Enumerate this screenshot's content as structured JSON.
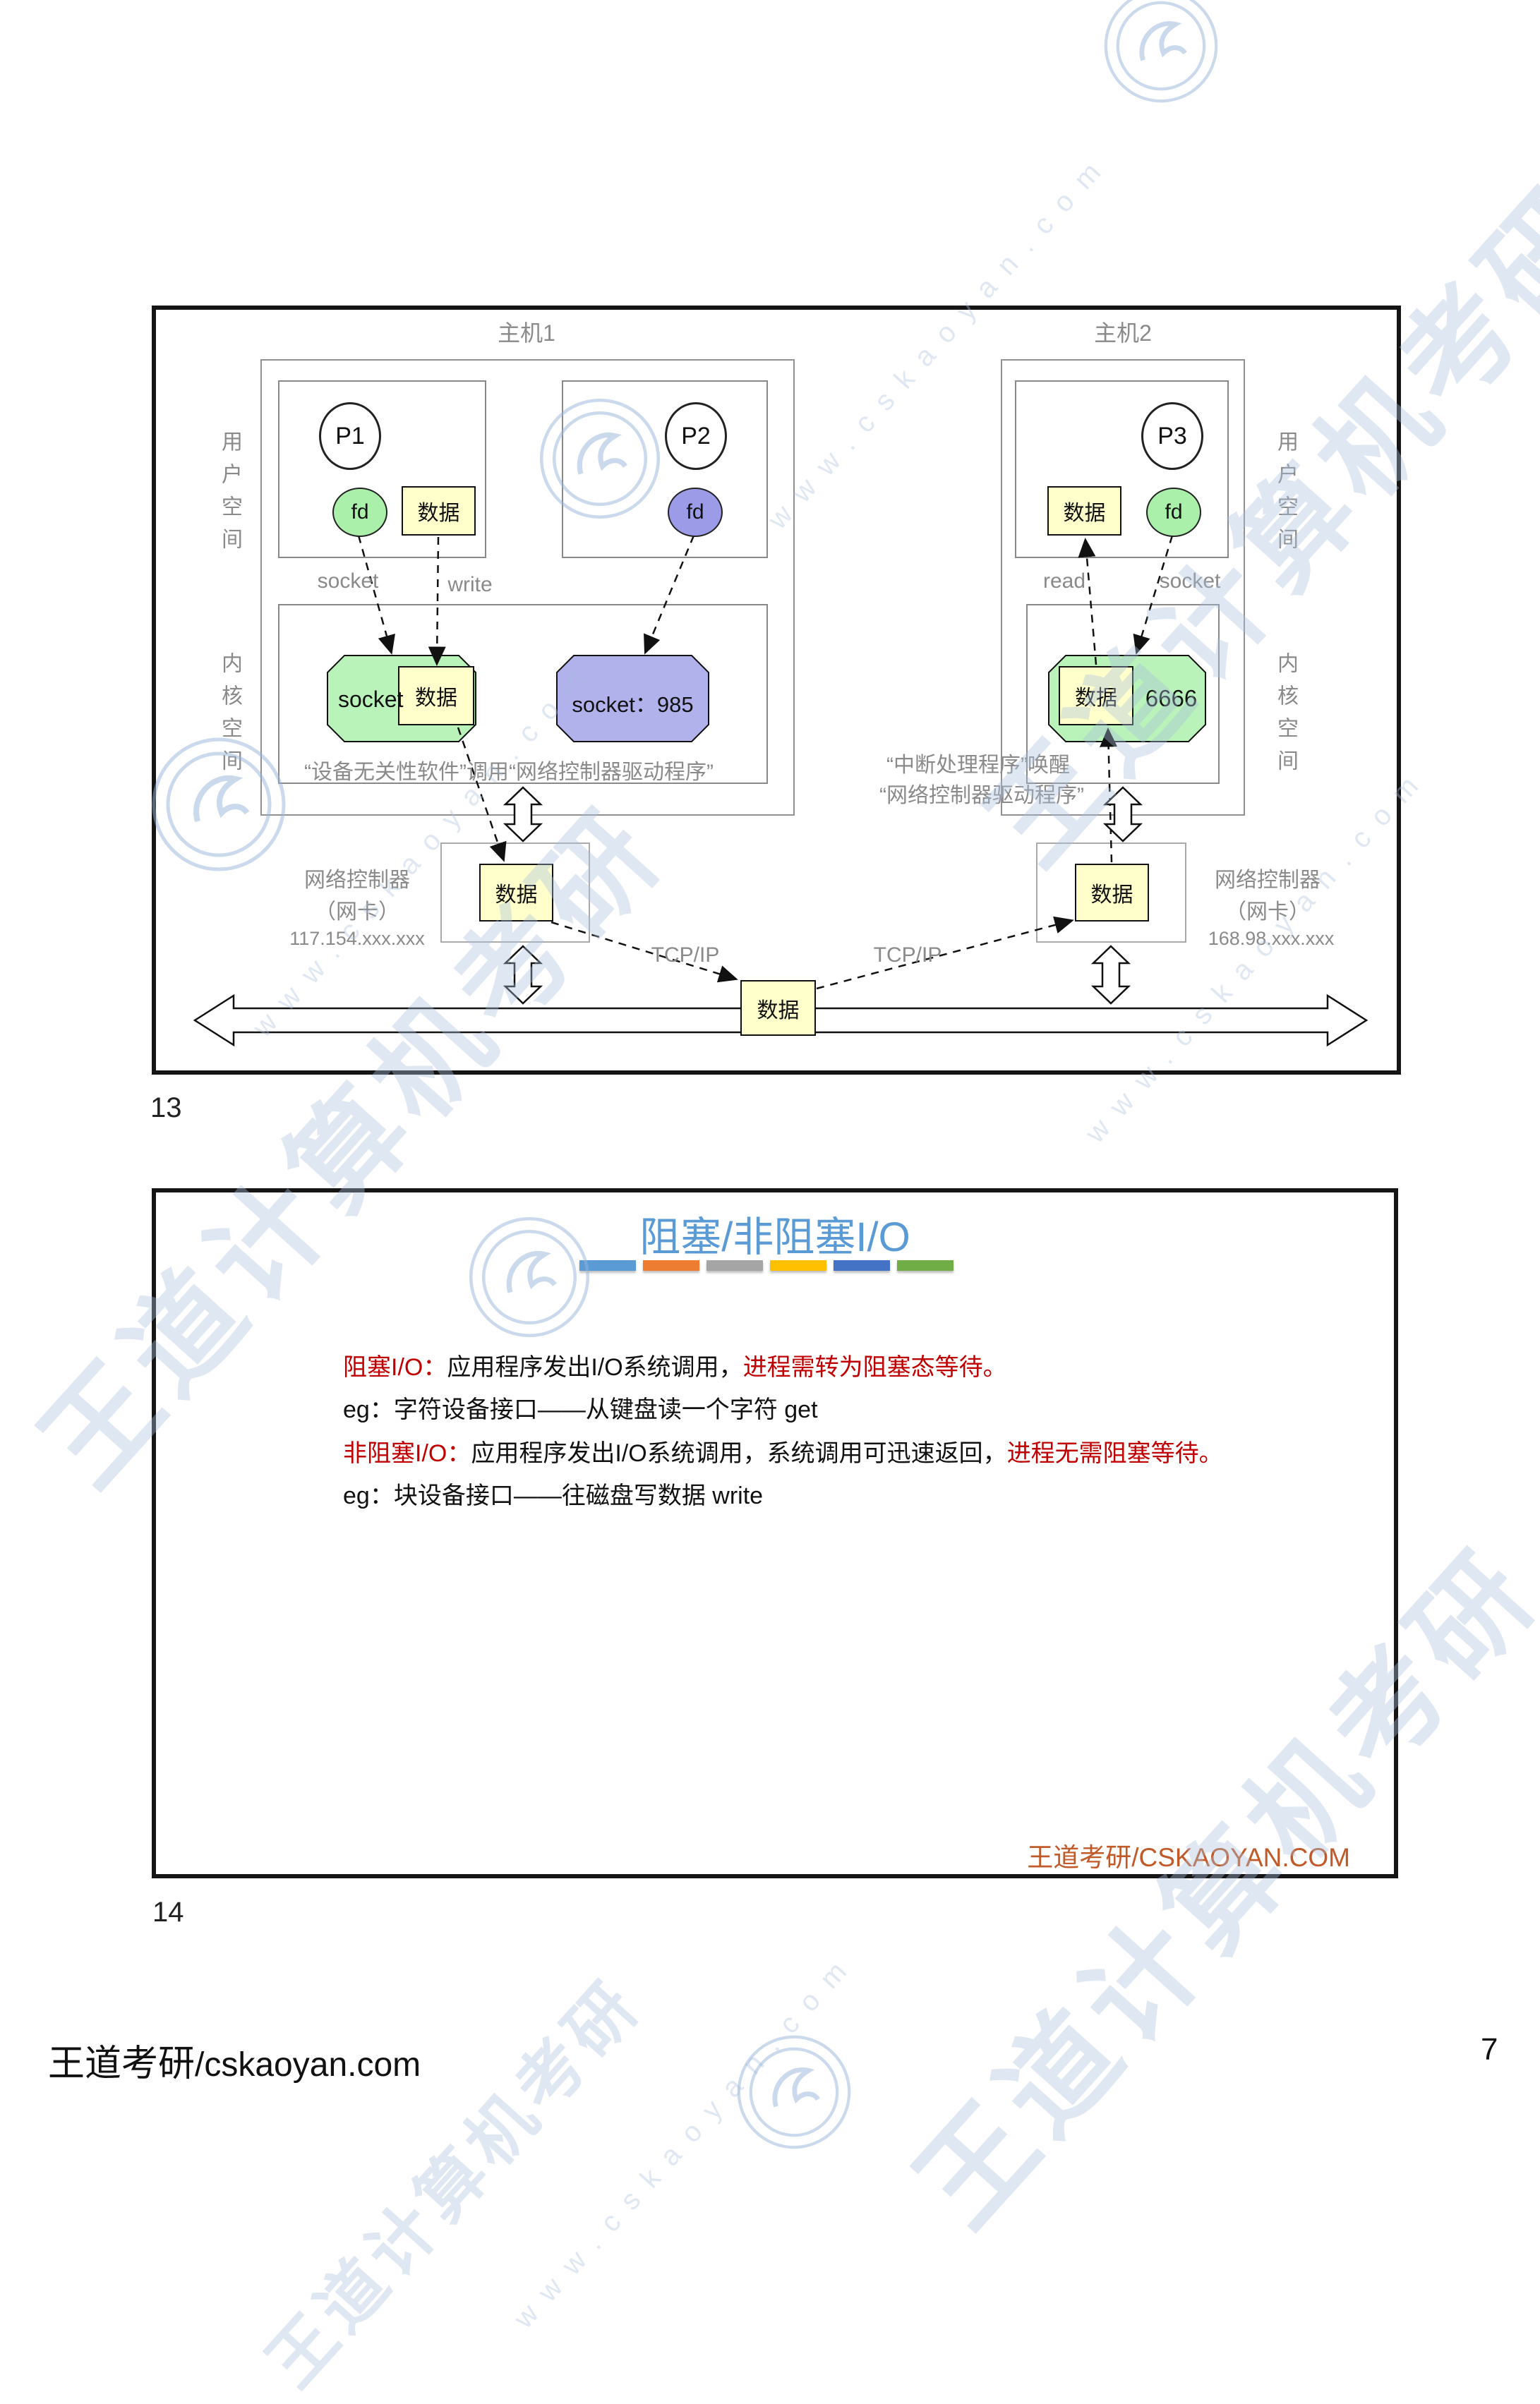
{
  "page": {
    "footer_brand_cn": "王道考研",
    "footer_brand_site": "/cskaoyan.com",
    "page_number": "7"
  },
  "watermark": {
    "brand_text": "王道计算机考研",
    "site_text": "www.cskaoyan.com"
  },
  "slide13": {
    "page_label": "13",
    "labels": {
      "host1": "主机1",
      "host2": "主机2",
      "user_space": "用户空间",
      "kernel_space": "内核空间",
      "socket": "socket",
      "write": "write",
      "read": "read",
      "tcpip": "TCP/IP",
      "data": "数据",
      "fd": "fd"
    },
    "host1": {
      "p1": "P1",
      "p2": "P2",
      "socket_octagon": "socket",
      "socket985": "socket：985",
      "caption": "“设备无关性软件”调用“网络控制器驱动程序”",
      "nic_name": "网络控制器",
      "nic_sub": "（网卡）",
      "nic_ip": "117.154.xxx.xxx"
    },
    "host2": {
      "p3": "P3",
      "socket_port": "6666",
      "caption_line1": "“中断处理程序”唤醒",
      "caption_line2": "“网络控制器驱动程序”",
      "nic_name": "网络控制器",
      "nic_sub": "（网卡）",
      "nic_ip": "168.98.xxx.xxx"
    }
  },
  "slide14": {
    "page_label": "14",
    "title": "阻塞/非阻塞I/O",
    "bar_colors": [
      "#5b9bd5",
      "#ed7d31",
      "#a5a5a5",
      "#ffc000",
      "#4472c4",
      "#70ad47"
    ],
    "blocking": {
      "term": "阻塞I/O：",
      "desc_black": "应用程序发出I/O系统调用，",
      "desc_red": "进程需转为阻塞态等待。",
      "example": "eg：字符设备接口——从键盘读一个字符 get"
    },
    "nonblocking": {
      "term": "非阻塞I/O：",
      "desc_black": "应用程序发出I/O系统调用，系统调用可迅速返回，",
      "desc_red": "进程无需阻塞等待。",
      "example": "eg：块设备接口——往磁盘写数据 write"
    },
    "footer": "王道考研/CSKAOYAN.COM",
    "colors": {
      "title": "#5b9bd5",
      "emphasis": "#c00000",
      "footer": "#c05a28"
    }
  }
}
